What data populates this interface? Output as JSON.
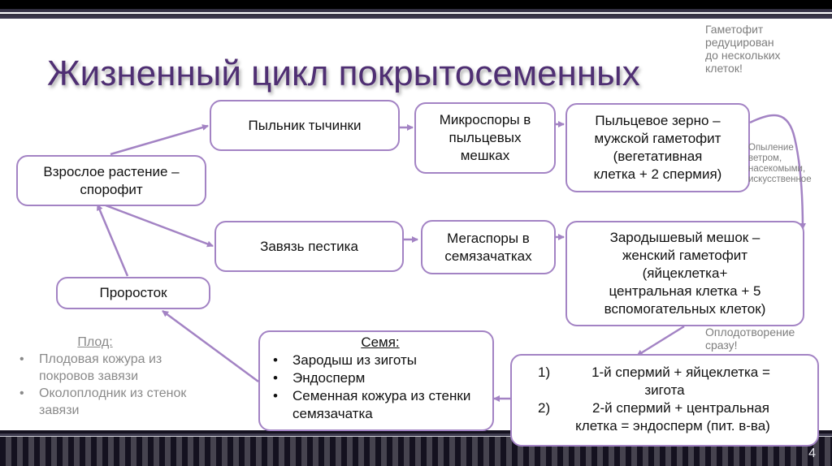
{
  "slide": {
    "title": "Жизненный цикл покрытосеменных",
    "page_number": "4",
    "accent_color": "#a383c4",
    "title_color": "#4f2f73",
    "note_color": "#7d7d7d"
  },
  "notes": {
    "gametophyte_reduced": [
      "Гаметофит",
      "редуцирован",
      "до нескольких",
      "клеток!"
    ],
    "pollination": [
      "Опыление",
      "ветром,",
      "насекомыми,",
      "искусственное"
    ],
    "fertilization": [
      "Оплодотворение",
      "сразу!"
    ]
  },
  "nodes": {
    "adult_plant": [
      "Взрослое растение –",
      "спорофит"
    ],
    "anther": [
      "Пыльник тычинки"
    ],
    "microspores": [
      "Микроспоры в",
      "пыльцевых",
      "мешках"
    ],
    "pollen_grain": [
      "Пыльцевое зерно –",
      "мужской гаметофит",
      "(вегетативная",
      "клетка + 2 спермия)"
    ],
    "ovary": [
      "Завязь пестика"
    ],
    "megaspores": [
      "Мегаспоры в",
      "семязачатках"
    ],
    "embryo_sac": [
      "Зародышевый мешок –",
      "женский гаметофит",
      "(яйцеклетка+",
      "центральная клетка + 5",
      "вспомогательных клеток)"
    ],
    "seedling": [
      "Проросток"
    ],
    "seed": {
      "title": "Семя:",
      "items": [
        "Зародыш из зиготы",
        "Эндосперм",
        "Семенная кожура из стенки семязачатка"
      ]
    },
    "fertilization_steps": [
      {
        "num": "1)",
        "lines": [
          "1-й спермий + яйцеклетка =",
          "зигота"
        ]
      },
      {
        "num": "2)",
        "lines": [
          "2-й спермий + центральная",
          "клетка = эндосперм (пит. в-ва)"
        ]
      }
    ]
  },
  "fruit": {
    "title": "Плод:",
    "items": [
      "Плодовая кожура из покровов завязи",
      "Околоплодник из стенок завязи"
    ]
  },
  "edges": [
    {
      "from": "adult_plant",
      "to": "anther"
    },
    {
      "from": "adult_plant",
      "to": "ovary"
    },
    {
      "from": "anther",
      "to": "microspores"
    },
    {
      "from": "microspores",
      "to": "pollen_grain"
    },
    {
      "from": "pollen_grain",
      "to": "embryo_sac",
      "label": "pollination"
    },
    {
      "from": "ovary",
      "to": "megaspores"
    },
    {
      "from": "megaspores",
      "to": "embryo_sac"
    },
    {
      "from": "embryo_sac",
      "to": "fertilization_steps",
      "label": "fertilization"
    },
    {
      "from": "fertilization_steps",
      "to": "seed"
    },
    {
      "from": "seed",
      "to": "seedling"
    },
    {
      "from": "seedling",
      "to": "adult_plant"
    }
  ]
}
